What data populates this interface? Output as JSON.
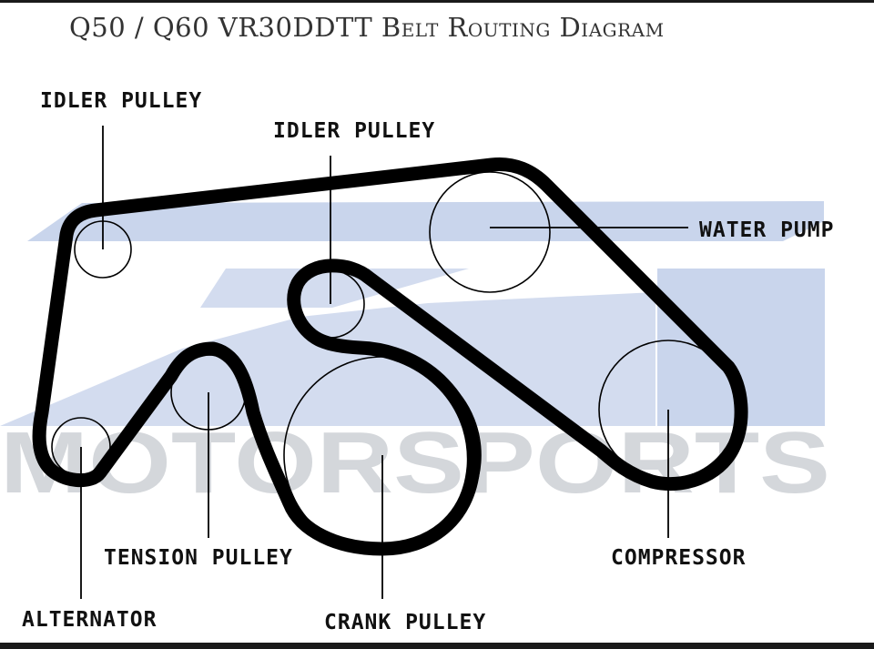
{
  "title": "Q50 / Q60 VR30DDTT Belt Routing Diagram",
  "watermark": {
    "text": "MOTORSPORTS",
    "color_light": "#c9d5ec",
    "color_text": "#d4d7db"
  },
  "belt_color": "#000000",
  "labels": {
    "idler_left": "IDLER PULLEY",
    "idler_center": "IDLER PULLEY",
    "water_pump": "WATER PUMP",
    "tension": "TENSION PULLEY",
    "alternator": "ALTERNATOR",
    "crank": "CRANK PULLEY",
    "compressor": "COMPRESSOR"
  }
}
